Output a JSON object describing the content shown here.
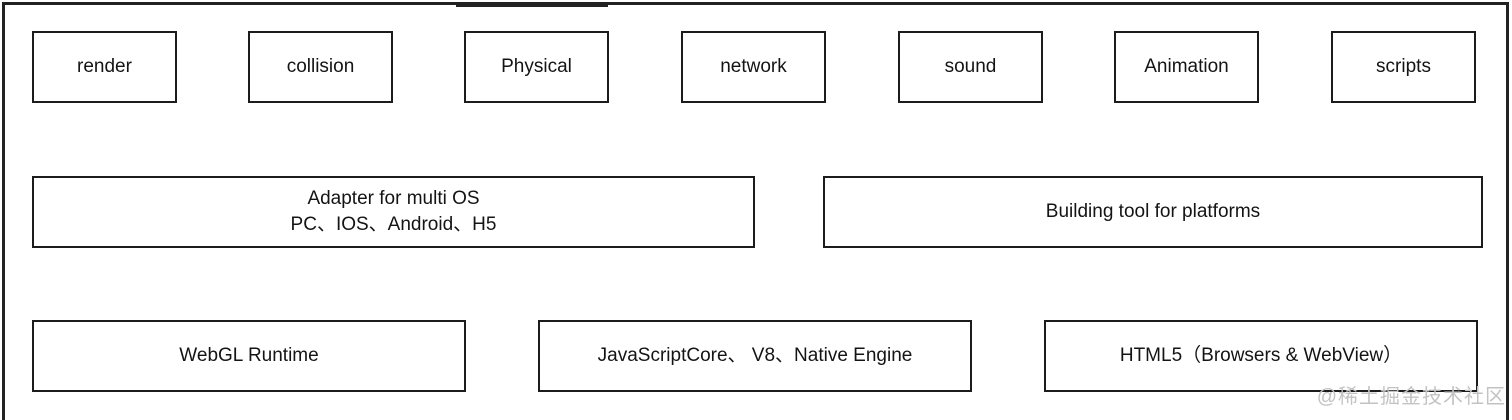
{
  "colors": {
    "background": "#ffffff",
    "box_border": "#1c1c1c",
    "text": "#141414",
    "outer_frame": "#222222",
    "watermark": "#c3c3c3"
  },
  "engine_modules": [
    "render",
    "collision",
    "Physical",
    "network",
    "sound",
    "Animation",
    "scripts"
  ],
  "platform_layer": {
    "adapter_line1": "Adapter for multi OS",
    "adapter_line2": "PC、IOS、Android、H5",
    "building_tool": "Building tool for platforms"
  },
  "runtime_layer": {
    "webgl": "WebGL Runtime",
    "js_engines": "JavaScriptCore、 V8、Native Engine",
    "html5": "HTML5（Browsers & WebView）"
  },
  "watermark": "@稀土掘金技术社区"
}
